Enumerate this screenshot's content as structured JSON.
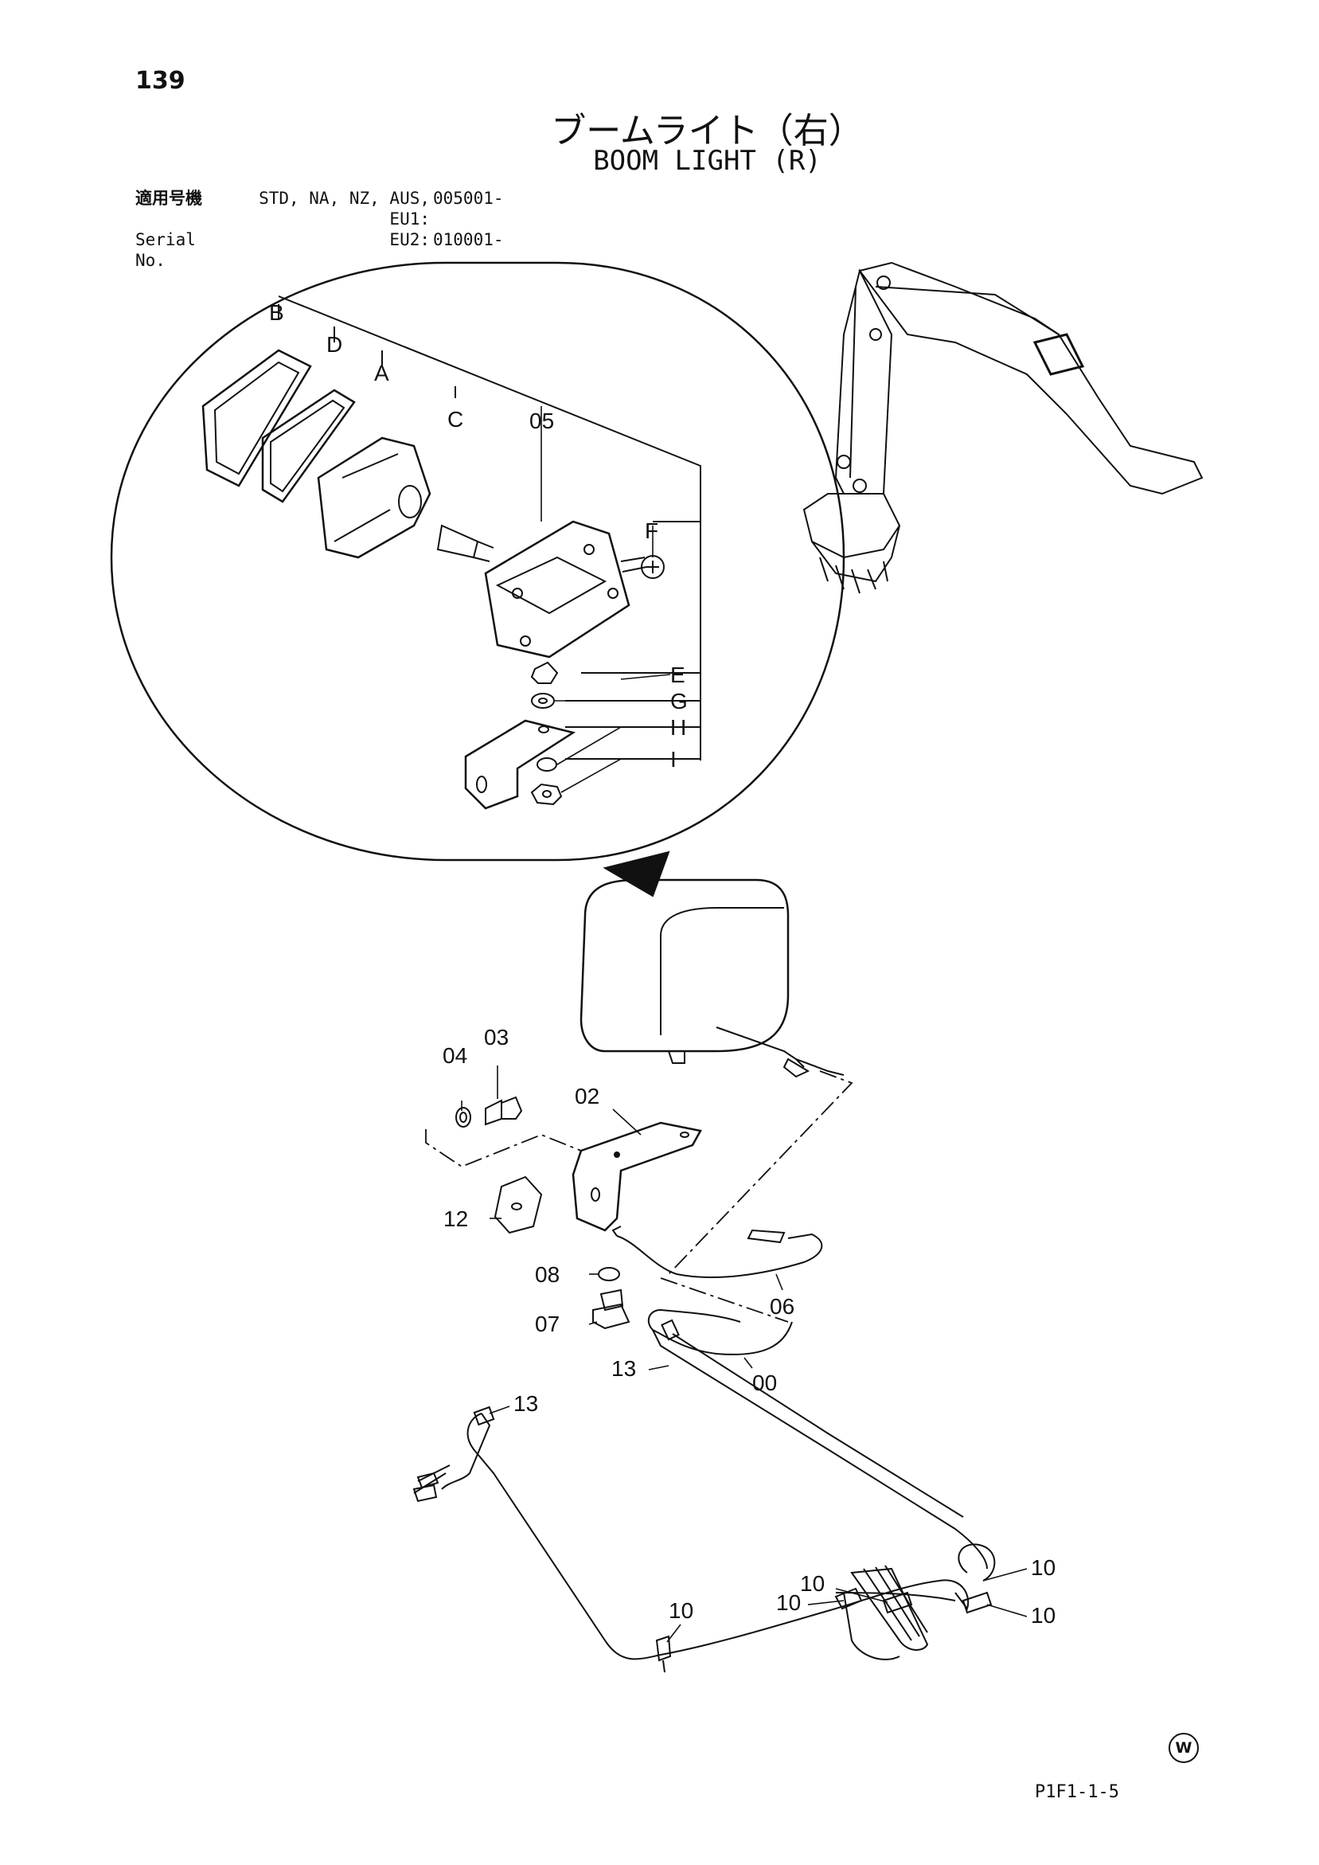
{
  "page": {
    "number": "139",
    "title_jp": "ブームライト（右）",
    "title_en": "BOOM LIGHT (R)",
    "figure_code": "P1F1-1-5",
    "watermark": "W"
  },
  "serial": {
    "label_jp": "適用号機",
    "label_en": "Serial No.",
    "rows": [
      {
        "models": "STD, NA, NZ, AUS, EU1:",
        "range": "005001-"
      },
      {
        "models": "EU2:",
        "range": "010001-"
      }
    ]
  },
  "callouts": {
    "B": "B",
    "D": "D",
    "A": "A",
    "C": "C",
    "F": "F",
    "E": "E",
    "G": "G",
    "H": "H",
    "I": "I",
    "p05": "05",
    "p04": "04",
    "p03": "03",
    "p02": "02",
    "p12": "12",
    "p08": "08",
    "p07": "07",
    "p06": "06",
    "p13a": "13",
    "p00": "00",
    "p13b": "13",
    "p10a": "10",
    "p10b": "10",
    "p10c": "10",
    "p10d": "10",
    "p10e": "10"
  }
}
